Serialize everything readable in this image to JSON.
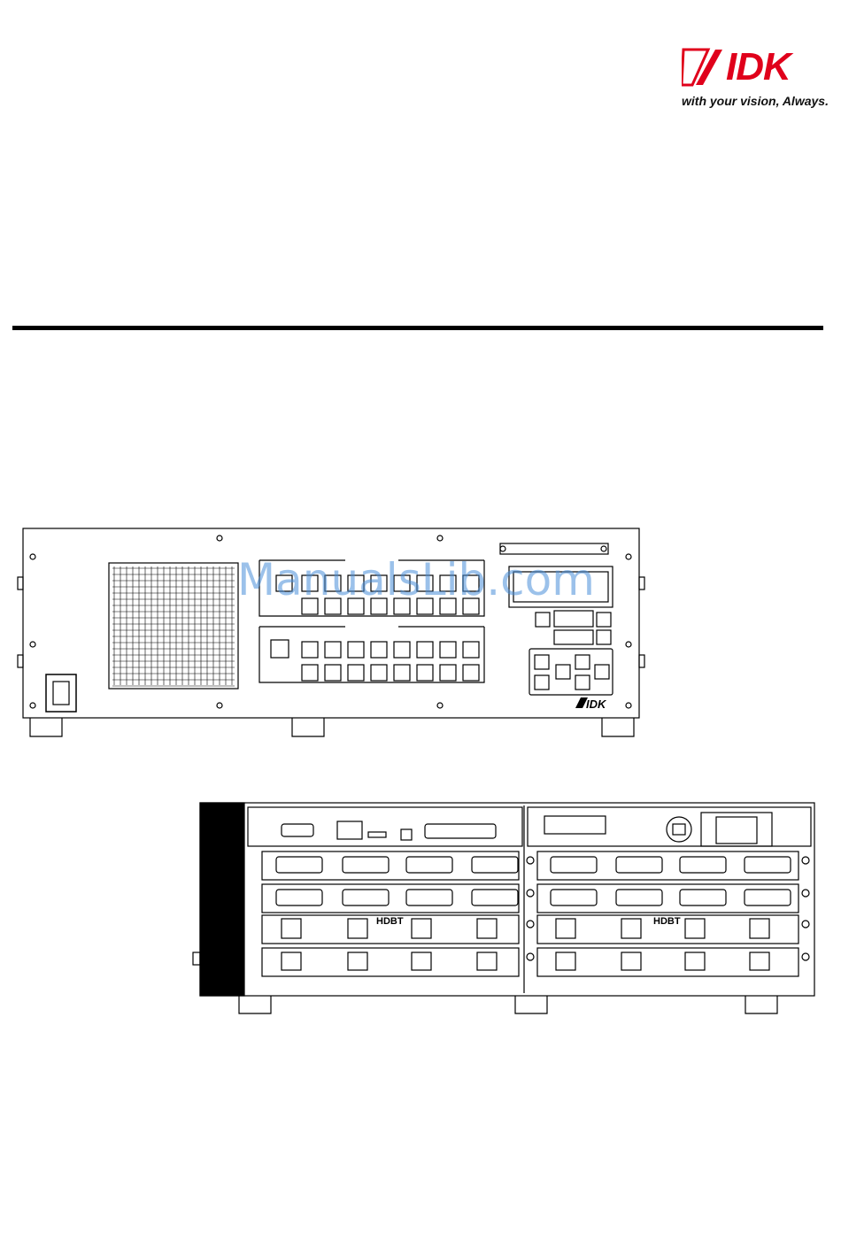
{
  "header": {
    "logo_text": "IDK",
    "tagline": "with your vision, Always."
  },
  "front_panel": {
    "brand_label": "IDK"
  },
  "rear_panel": {
    "hdbt_label": "HDBT"
  },
  "watermark": "ManualsLib.com",
  "colors": {
    "brand_red": "#e0001b",
    "line": "#000000",
    "watermark": "#4a90d9"
  }
}
